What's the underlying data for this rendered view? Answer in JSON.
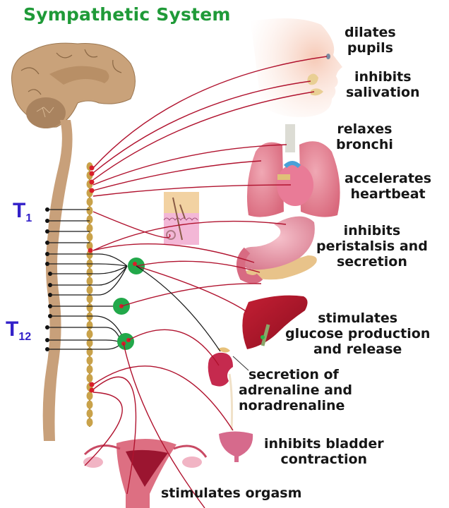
{
  "title": "Sympathetic System",
  "segments": {
    "t1": {
      "letter": "T",
      "sub": "1"
    },
    "t12": {
      "letter": "T",
      "sub": "12"
    }
  },
  "effects": [
    {
      "id": "pupils",
      "lines": [
        "dilates",
        "pupils"
      ],
      "organ": "eye"
    },
    {
      "id": "salivation",
      "lines": [
        "inhibits",
        "salivation"
      ],
      "organ": "salivary-glands"
    },
    {
      "id": "bronchi",
      "lines": [
        "relaxes",
        "bronchi"
      ],
      "organ": "lungs"
    },
    {
      "id": "heartbeat",
      "lines": [
        "accelerates",
        "heartbeat"
      ],
      "organ": "heart"
    },
    {
      "id": "peristalsis",
      "lines": [
        "inhibits",
        "peristalsis and",
        "secretion"
      ],
      "organ": "stomach-pancreas"
    },
    {
      "id": "glucose",
      "lines": [
        "stimulates",
        "glucose production",
        "and release"
      ],
      "organ": "liver"
    },
    {
      "id": "adrenaline",
      "lines": [
        "secretion of",
        "adrenaline and",
        "noradrenaline"
      ],
      "organ": "adrenal-kidney"
    },
    {
      "id": "bladder",
      "lines": [
        "inhibits bladder",
        "contraction"
      ],
      "organ": "bladder"
    },
    {
      "id": "orgasm",
      "lines": [
        "stimulates orgasm"
      ],
      "organ": "uterus"
    }
  ],
  "colors": {
    "title": "#1f9a38",
    "segment_label": "#3321c9",
    "nerve": "#b0122e",
    "preganglionic": "#1a1a1a",
    "ganglion": "#22a84a",
    "chain": "#c9a24a",
    "spinal_cord": "#c8a07a",
    "brain": "#c9a27a"
  }
}
